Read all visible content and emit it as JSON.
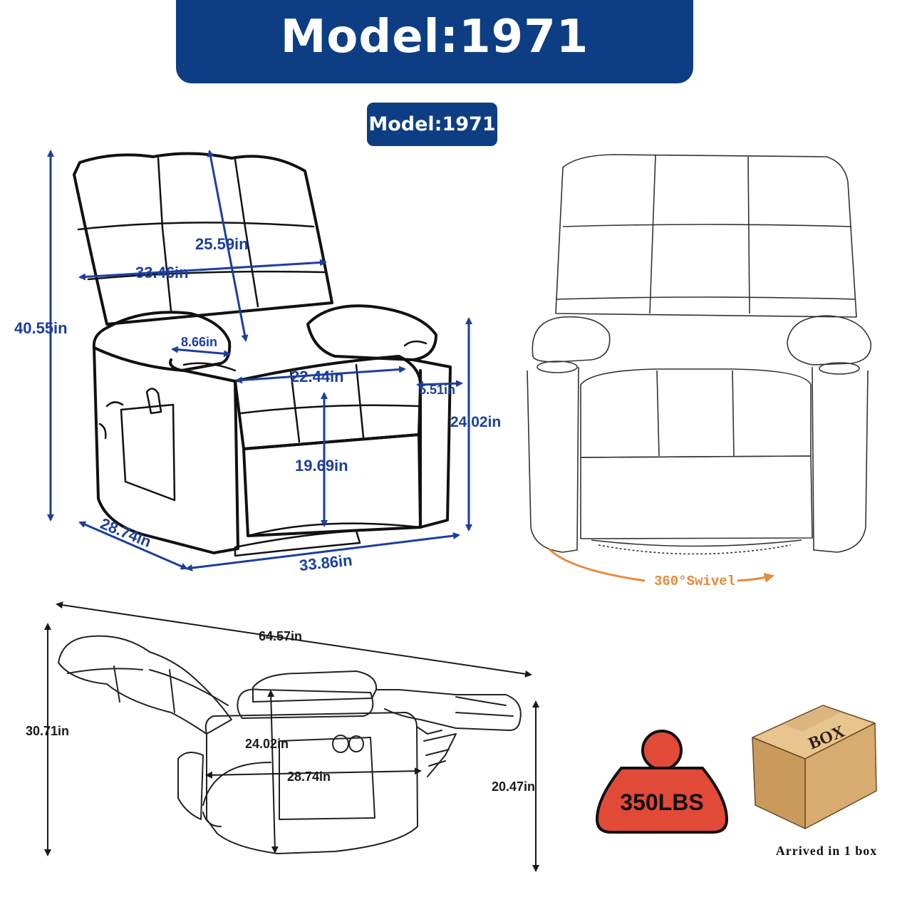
{
  "header": {
    "title": "Model:1971"
  },
  "badge": {
    "label": "Model:1971"
  },
  "front_view": {
    "height": "40.55in",
    "back_height": "25.59in",
    "back_width": "33.46in",
    "armrest_width": "8.66in",
    "seat_width": "22.44in",
    "armrest_offset": "5.51in",
    "arm_height": "24.02in",
    "seat_height": "19.69in",
    "depth": "28.74in",
    "width": "33.86in"
  },
  "swivel_view": {
    "label": "360°Swivel"
  },
  "reclined_view": {
    "length": "64.57in",
    "height": "30.71in",
    "arm_height": "24.02in",
    "seat_depth": "28.74in",
    "seat_height": "20.47in"
  },
  "capacity": {
    "label": "350LBS"
  },
  "box": {
    "label": "BOX",
    "caption": "Arrived in 1 box"
  },
  "colors": {
    "brand": "#0d3e84",
    "dimension": "#1c3f9c",
    "swivel": "#e8893a",
    "weight": "#e24a38"
  }
}
